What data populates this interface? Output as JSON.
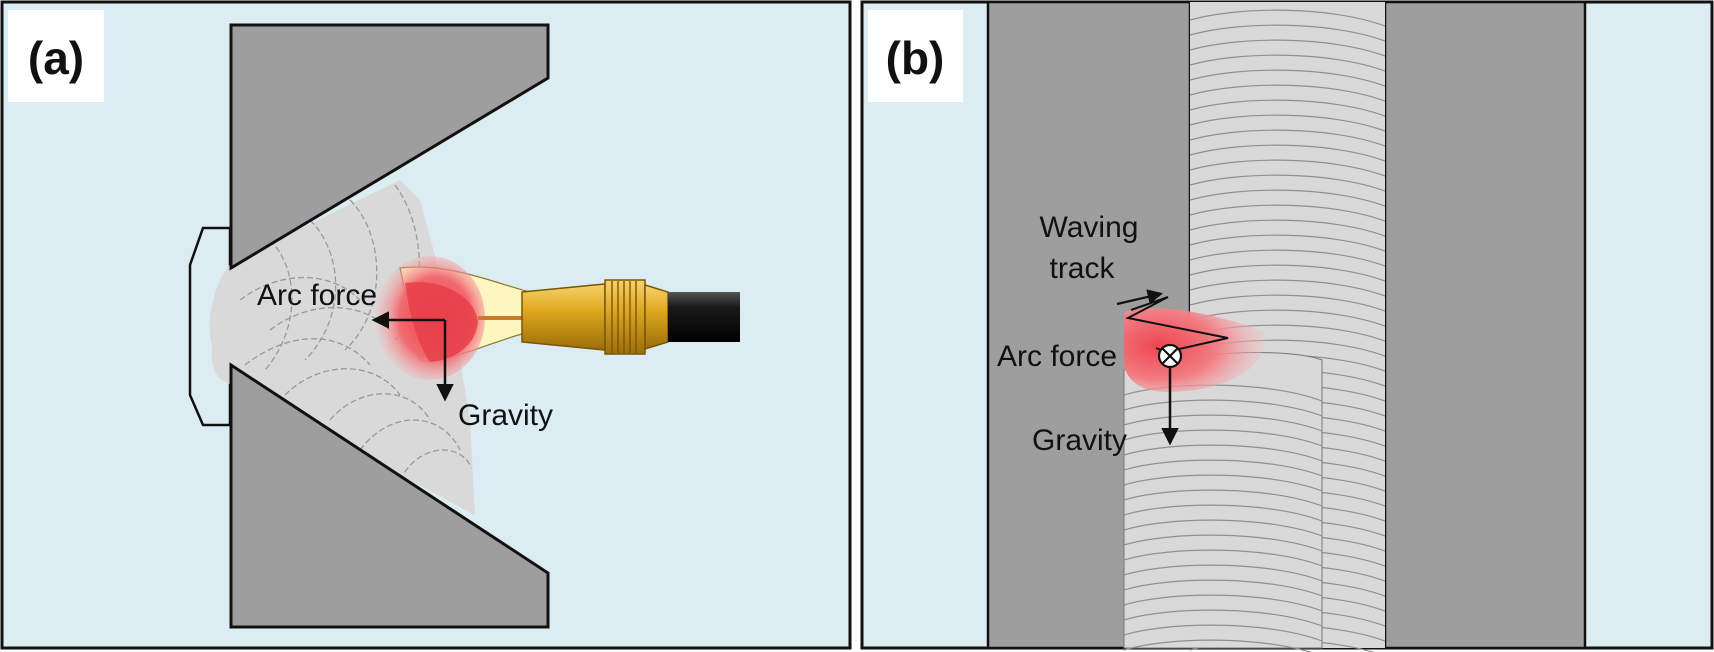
{
  "panel_a": {
    "label": "(a)",
    "arc_force_label": "Arc force",
    "gravity_label": "Gravity"
  },
  "panel_b": {
    "label": "(b)",
    "waving_track_label_line1": "Waving",
    "waving_track_label_line2": "track",
    "arc_force_label": "Arc force",
    "gravity_label": "Gravity"
  },
  "colors": {
    "background": "#dbedf2",
    "base_metal": "#9e9e9e",
    "weld_bead": "#d9d9d9",
    "weld_pool": "#e8484f",
    "arc_glow": "#fdf6bf",
    "torch_body": "#d9a21c",
    "cable": "#1a1a1a",
    "outline": "#111111"
  },
  "icons": [
    "welding-torch-icon",
    "cross-circle-icon",
    "arrow-icon"
  ]
}
